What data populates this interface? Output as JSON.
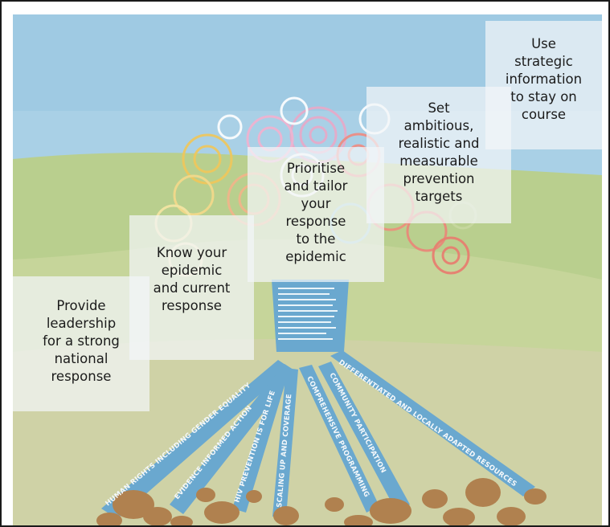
{
  "steps": [
    {
      "lines": [
        "Provide",
        "leadership",
        "for a strong",
        "national",
        "response"
      ]
    },
    {
      "lines": [
        "Know your",
        "epidemic",
        "and current",
        "response"
      ]
    },
    {
      "lines": [
        "Prioritise",
        "and tailor",
        "your",
        "response",
        "to the",
        "epidemic"
      ]
    },
    {
      "lines": [
        "Set",
        "ambitious,",
        "realistic and",
        "measurable",
        "prevention",
        "targets"
      ]
    },
    {
      "lines": [
        "Use",
        "strategic",
        "information",
        "to stay on",
        "course"
      ]
    }
  ],
  "roots": [
    "HUMAN RIGHTS INCLUDING GENDER EQUALITY",
    "EVIDENCE INFORMED ACTION",
    "HIV PREVENTION IS FOR LIFE",
    "SCALING UP AND COVERAGE",
    "COMPREHENSIVE PROGRAMMING",
    "COMMUNITY PARTICIPATION",
    "DIFFERENTIATED AND LOCALLY ADAPTED RESOURCES"
  ],
  "colors": {
    "sky": "#a9d0e6",
    "hill": "#b9cf8e",
    "ground": "#cfd2a6",
    "root": "#6aa8cf",
    "stone": "#b0814f"
  }
}
